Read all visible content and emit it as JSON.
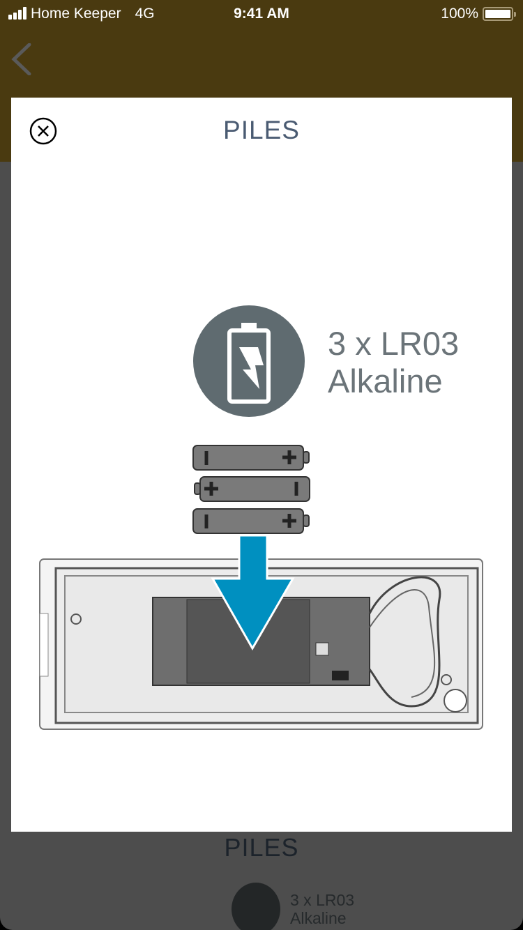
{
  "status_bar": {
    "carrier": "Home Keeper",
    "network": "4G",
    "time": "9:41 AM",
    "battery": "100%"
  },
  "nav": {
    "back_icon": "chevron-left-icon"
  },
  "modal": {
    "title": "PILES",
    "close_icon": "close-circle-icon",
    "battery_spec_line1": "3 x LR03",
    "battery_spec_line2": "Alkaline",
    "battery_icon": "battery-charge-icon",
    "arrow_color": "#0090c0"
  },
  "background_page": {
    "title": "PILES",
    "battery_spec_line1": "3 x LR03",
    "battery_spec_line2": "Alkaline"
  },
  "colors": {
    "header": "#4a3a10",
    "overlay": "#4d4d4d",
    "title": "#4a5b72"
  }
}
